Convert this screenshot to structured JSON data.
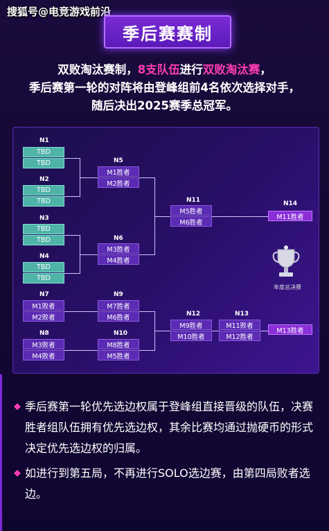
{
  "watermark": "搜狐号@电竞游戏前沿",
  "title": "季后赛赛制",
  "intro": {
    "line1_a": "双败淘汰赛制，",
    "line1_b": "8支队伍",
    "line1_c": "进行",
    "line1_d": "双败淘汰赛",
    "line1_e": "，",
    "line2": "季后赛第一轮的对阵将由登峰组前4名依次选择对手，",
    "line3": "随后决出2025赛季总冠军。"
  },
  "bracket": {
    "matches": {
      "n1": "N1",
      "n2": "N2",
      "n3": "N3",
      "n4": "N4",
      "n5": "N5",
      "n6": "N6",
      "n7": "N7",
      "n8": "N8",
      "n9": "N9",
      "n10": "N10",
      "n11": "N11",
      "n12": "N12",
      "n13": "N13",
      "n14": "N14"
    },
    "slots": {
      "tbd": "TBD",
      "m1w": "M1胜者",
      "m2w": "M2胜者",
      "m3w": "M3胜者",
      "m4w": "M4胜者",
      "m5w": "M5胜者",
      "m6w": "M6胜者",
      "m7w": "M7胜者",
      "m8w": "M8胜者",
      "m9w": "M9胜者",
      "m10w": "M10胜者",
      "m11w": "M11胜者",
      "m13w": "M13胜者",
      "m1l": "M1败者",
      "m2l": "M2败者",
      "m3l": "M3败者",
      "m4l": "M4败者",
      "m11l": "M11败者",
      "m12w": "M12胜者"
    },
    "trophy_label": "年度总决赛"
  },
  "notes": [
    "季后赛第一轮优先选边权属于登峰组直接晋级的队伍，决赛胜者组队伍拥有优先选边权，其余比赛均通过抛硬币的形式决定优先选边权的归属。",
    "如进行到第五局，不再进行SOLO选边赛，由第四局败者选边。"
  ],
  "colors": {
    "accent_pink": "#ff3db3",
    "title_purple": "#7a2bd6",
    "teal": "#4fb3a8"
  }
}
